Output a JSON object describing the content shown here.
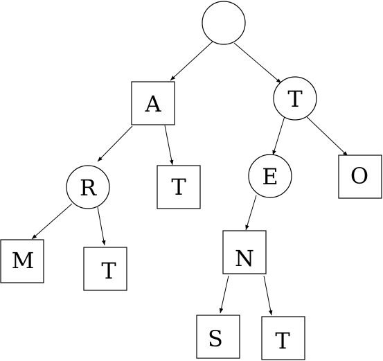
{
  "diagram": {
    "nodes": {
      "root": {
        "shape": "circle",
        "label": ""
      },
      "a": {
        "shape": "square",
        "label": "A"
      },
      "t1": {
        "shape": "circle",
        "label": "T"
      },
      "r": {
        "shape": "circle",
        "label": "R"
      },
      "t2": {
        "shape": "square",
        "label": "T"
      },
      "e": {
        "shape": "circle",
        "label": "E"
      },
      "o": {
        "shape": "square",
        "label": "O"
      },
      "m": {
        "shape": "square",
        "label": "M"
      },
      "t3": {
        "shape": "square",
        "label": "T"
      },
      "n": {
        "shape": "square",
        "label": "N"
      },
      "s": {
        "shape": "square",
        "label": "S"
      },
      "t4": {
        "shape": "square",
        "label": "T"
      }
    },
    "edges": [
      {
        "from": "root",
        "to": "a"
      },
      {
        "from": "root",
        "to": "t1"
      },
      {
        "from": "a",
        "to": "r"
      },
      {
        "from": "a",
        "to": "t2"
      },
      {
        "from": "t1",
        "to": "e"
      },
      {
        "from": "t1",
        "to": "o"
      },
      {
        "from": "r",
        "to": "m"
      },
      {
        "from": "r",
        "to": "t3"
      },
      {
        "from": "e",
        "to": "n"
      },
      {
        "from": "n",
        "to": "s"
      },
      {
        "from": "n",
        "to": "t4"
      }
    ]
  }
}
